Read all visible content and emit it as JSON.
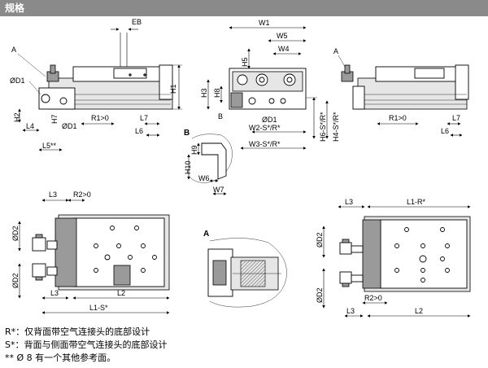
{
  "header": {
    "title": "规格"
  },
  "labels": {
    "a_top_left": "A",
    "d1_left": "ØD1",
    "d1_left2": "ØD1",
    "h2": "H2",
    "h7": "H7",
    "l4": "L4",
    "l5": "L5**",
    "eb": "EB",
    "h1_left": "H1",
    "r1_left": "R1>0",
    "l7_left": "L7",
    "l6_left": "L6",
    "w1": "W1",
    "w5": "W5",
    "w4": "W4",
    "h5": "H5",
    "h3": "H3",
    "h8": "H8",
    "b_small": "B",
    "d1_center": "ØD1",
    "w2": "W2-S*/R*",
    "w3": "W3-S*/R*",
    "h6": "H6-S*/R*",
    "h4": "H4-S*/R*",
    "b_detail": "B",
    "h9": "H9",
    "h10": "H10",
    "w6": "W6",
    "w7": "W7",
    "a_right": "A",
    "r1_right": "R1>0",
    "l7_right": "L7",
    "l6_right": "L6",
    "l3_bl": "L3",
    "r2_bl": "R2>0",
    "d2_bl_top": "ØD2",
    "d2_bl_bot": "ØD2",
    "l3_bl2": "L3",
    "l2_bl": "L2",
    "l1_bl": "L1-S*",
    "a_detail": "A",
    "l3_br": "L3",
    "l1_br": "L1-R*",
    "d2_br_top": "ØD2",
    "d2_br_bot": "ØD2",
    "r2_br": "R2>0",
    "l3_br2": "L3",
    "l2_br": "L2"
  },
  "legend": [
    "R*：仅背面带空气连接头的底部设计",
    "S*：背面与侧面带空气连接头的底部设计",
    "** Ø 8 有一个其他参考面。"
  ]
}
